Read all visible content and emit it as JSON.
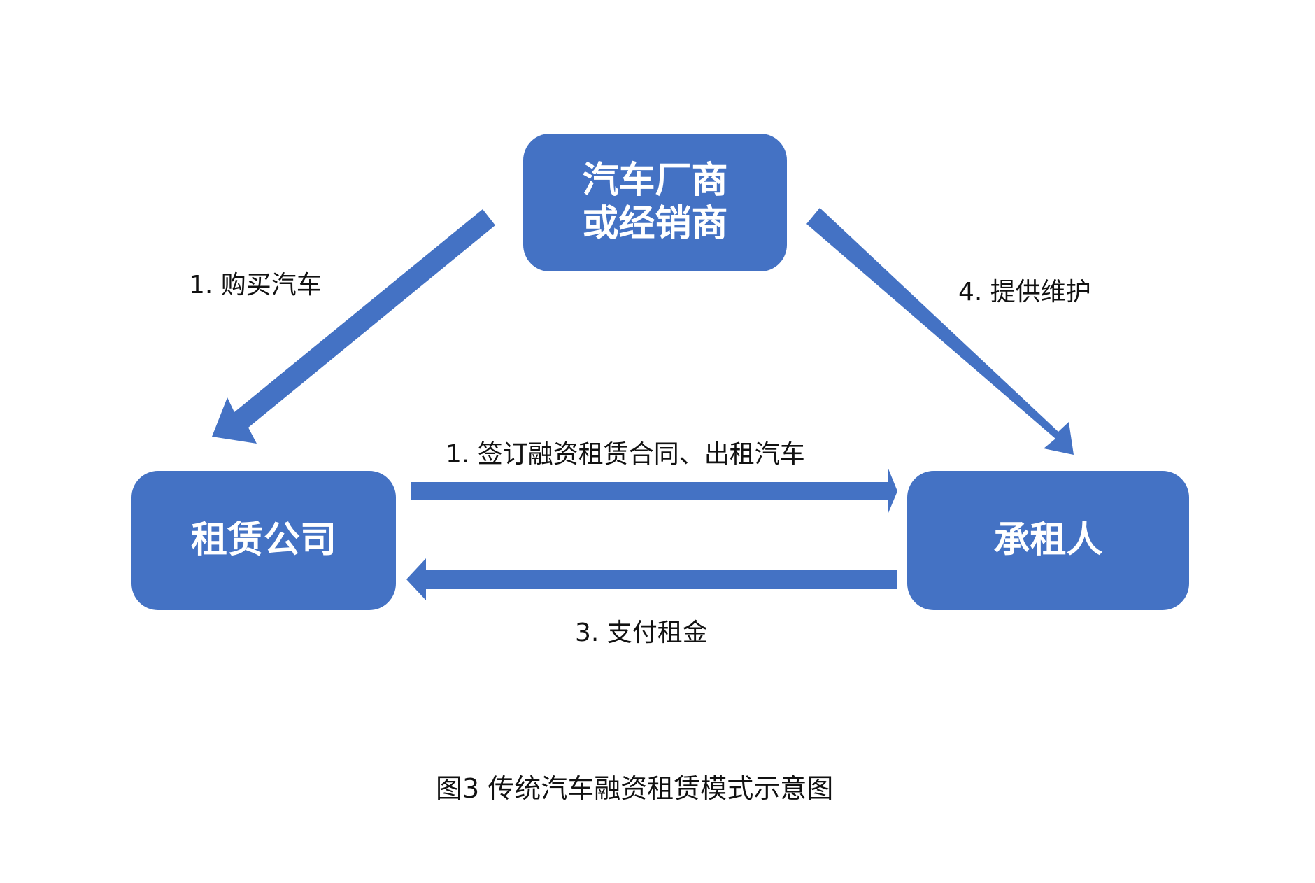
{
  "diagram": {
    "accent_color": "#4472C4",
    "nodes": {
      "top": {
        "label": "汽车厂商\n或经销商"
      },
      "left": {
        "label": "租赁公司"
      },
      "right": {
        "label": "承租人"
      }
    },
    "edges": {
      "top_left": {
        "label": "1. 购买汽车"
      },
      "top_right": {
        "label": "4. 提供维护"
      },
      "middle_top": {
        "label": "1. 签订融资租赁合同、出租汽车"
      },
      "middle_bottom": {
        "label": "3. 支付租金"
      }
    },
    "caption": "图3  传统汽车融资租赁模式示意图"
  }
}
